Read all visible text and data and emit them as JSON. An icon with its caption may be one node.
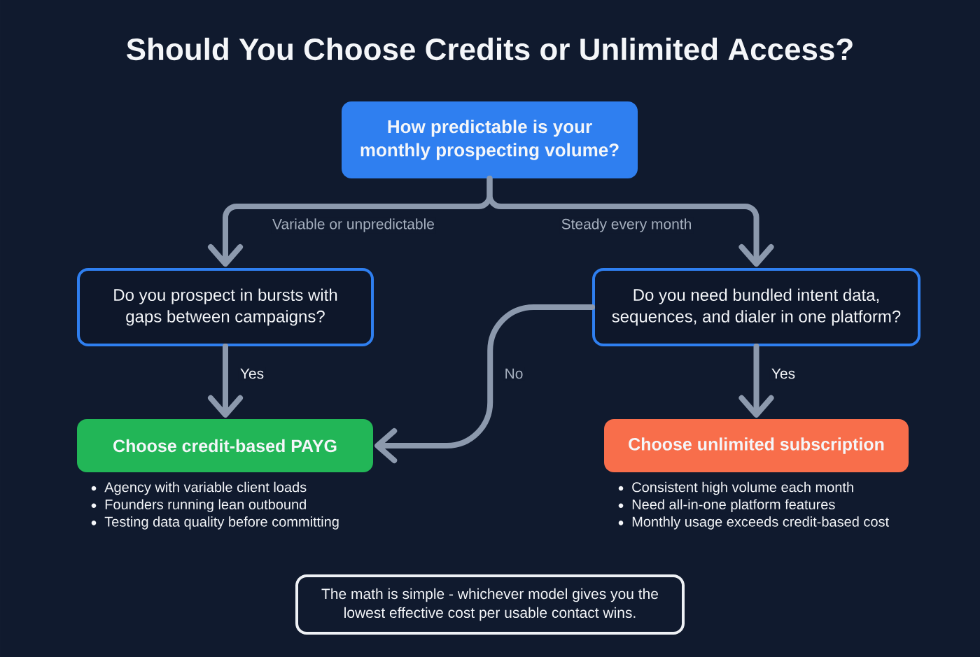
{
  "diagram": {
    "title": "Should You Choose Credits or Unlimited Access?",
    "nodes": [
      {
        "text": [
          "How predictable is your monthly prospecting volume?"
        ]
      },
      {
        "text": [
          "Do you prospect in bursts with gaps between campaigns?"
        ]
      },
      {
        "text": [
          "Do you need bundled intent data, sequences, and dialer in one platform?"
        ]
      },
      {
        "text": [
          "Choose credit-based PAYG"
        ],
        "beside": [
          "Agency with variable client loads",
          "Founders running lean outbound",
          "Testing data quality before committing"
        ]
      },
      {
        "text": [
          "Choose unlimited subscription"
        ],
        "beside": [
          "Consistent high volume each month",
          "Need all-in-one platform features",
          "Monthly usage exceeds credit-based cost"
        ]
      },
      {
        "text": [
          "The math is simple - whichever model gives you the lowest effective cost per usable contact wins."
        ]
      }
    ],
    "edges": [
      {
        "from": 0,
        "to": 1,
        "arrow": "to",
        "label": "Variable or unpredictable"
      },
      {
        "from": 0,
        "to": 2,
        "arrow": "to",
        "label": "Steady every month"
      },
      {
        "from": 1,
        "to": 3,
        "arrow": "to",
        "label": "Yes"
      },
      {
        "from": 2,
        "to": 3,
        "arrow": "to",
        "label": "No"
      },
      {
        "from": 2,
        "to": 4,
        "arrow": "to",
        "label": "Yes"
      }
    ]
  }
}
